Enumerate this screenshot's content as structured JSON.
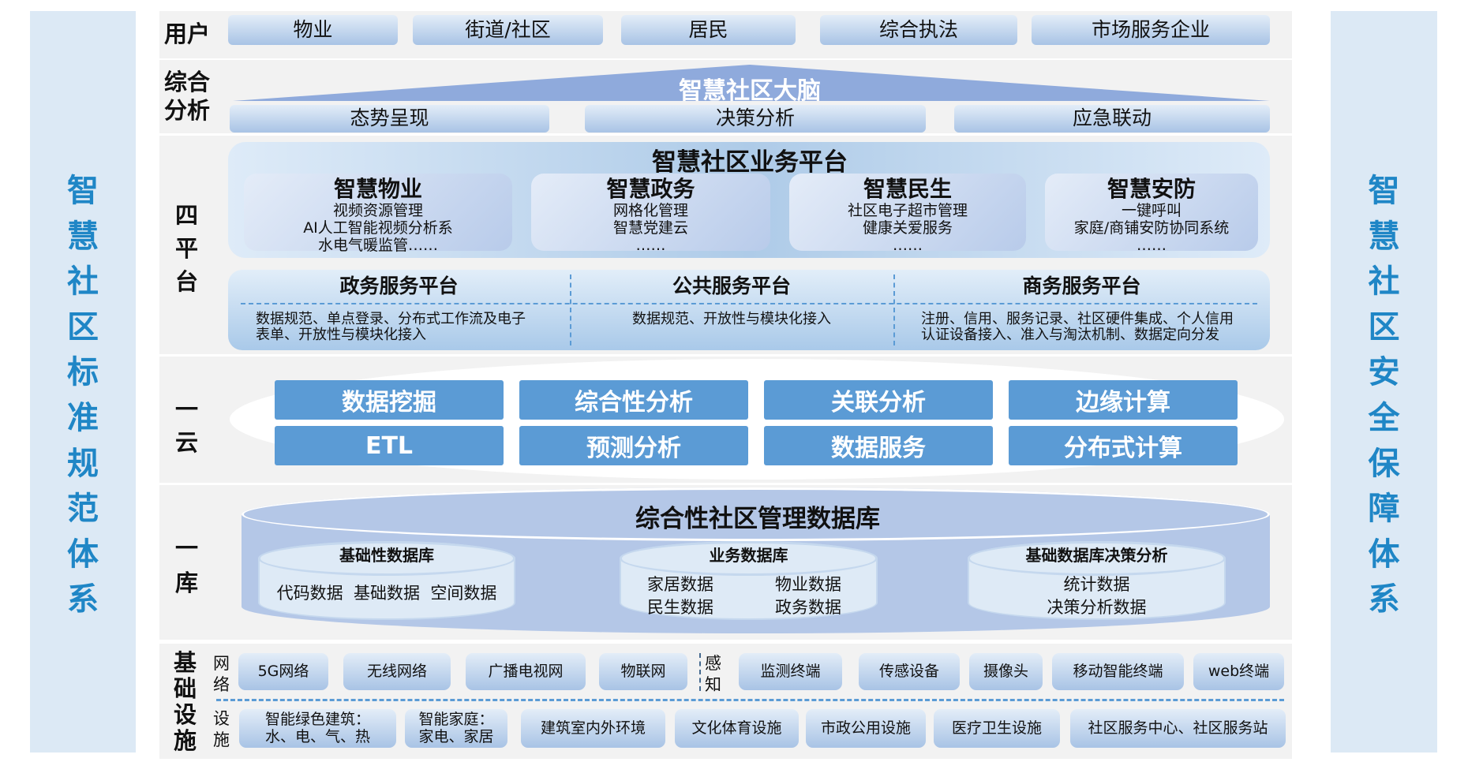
{
  "left_title": [
    "智",
    "慧",
    "社",
    "区",
    "标",
    "准",
    "规",
    "范",
    "体",
    "系"
  ],
  "right_title": [
    "智",
    "慧",
    "社",
    "区",
    "安",
    "全",
    "保",
    "障",
    "体",
    "系"
  ],
  "users": {
    "label": "用户",
    "items": [
      "物业",
      "街道/社区",
      "居民",
      "综合执法",
      "市场服务企业"
    ]
  },
  "analysis": {
    "label": [
      "综合",
      "分析"
    ],
    "brain": "智慧社区大脑",
    "items": [
      "态势呈现",
      "决策分析",
      "应急联动"
    ]
  },
  "platform": {
    "label": [
      "四",
      "平",
      "台"
    ],
    "title": "智慧社区业务平台",
    "cards": [
      {
        "title": "智慧物业",
        "lines": [
          "视频资源管理",
          "AI人工智能视频分析系",
          "水电气暖监管……"
        ]
      },
      {
        "title": "智慧政务",
        "lines": [
          "网格化管理",
          "智慧党建云",
          "……"
        ]
      },
      {
        "title": "智慧民生",
        "lines": [
          "社区电子超市管理",
          "健康关爱服务",
          "……"
        ]
      },
      {
        "title": "智慧安防",
        "lines": [
          "一键呼叫",
          "家庭/商铺安防协同系统",
          "……"
        ]
      }
    ],
    "services": [
      {
        "title": "政务服务平台",
        "lines": [
          "数据规范、单点登录、分布式工作流及电子",
          "表单、开放性与模块化接入"
        ]
      },
      {
        "title": "公共服务平台",
        "lines": [
          "数据规范、开放性与模块化接入"
        ]
      },
      {
        "title": "商务服务平台",
        "lines": [
          "注册、信用、服务记录、社区硬件集成、个人信用",
          "认证设备接入、准入与淘汰机制、数据定向分发"
        ]
      }
    ]
  },
  "cloud": {
    "label": [
      "一",
      "云"
    ],
    "items": [
      "数据挖掘",
      "综合性分析",
      "关联分析",
      "边缘计算",
      "ETL",
      "预测分析",
      "数据服务",
      "分布式计算"
    ]
  },
  "db": {
    "label": [
      "一",
      "库"
    ],
    "title": "综合性社区管理数据库",
    "subs": [
      {
        "title": "基础性数据库",
        "lines": [
          "代码数据  基础数据  空间数据"
        ]
      },
      {
        "title": "业务数据库",
        "lines": [
          "家居数据",
          "物业数据",
          "民生数据",
          "政务数据"
        ]
      },
      {
        "title": "基础数据库决策分析",
        "lines": [
          "统计数据",
          "决策分析数据"
        ]
      }
    ]
  },
  "infra": {
    "label": [
      "基",
      "础",
      "设",
      "施"
    ],
    "net_label": [
      "网",
      "络"
    ],
    "sense_label": [
      "感",
      "知"
    ],
    "fac_label": [
      "设",
      "施"
    ],
    "net": [
      "5G网络",
      "无线网络",
      "广播电视网",
      "物联网"
    ],
    "sense": [
      "监测终端",
      "传感设备",
      "摄像头",
      "移动智能终端",
      "web终端"
    ],
    "fac": [
      "智能绿色建筑：\n水、电、气、热",
      "智能家庭：\n家电、家居",
      "建筑室内外环境",
      "文化体育设施",
      "市政公用设施",
      "医疗卫生设施",
      "社区服务中心、社区服务站"
    ]
  }
}
